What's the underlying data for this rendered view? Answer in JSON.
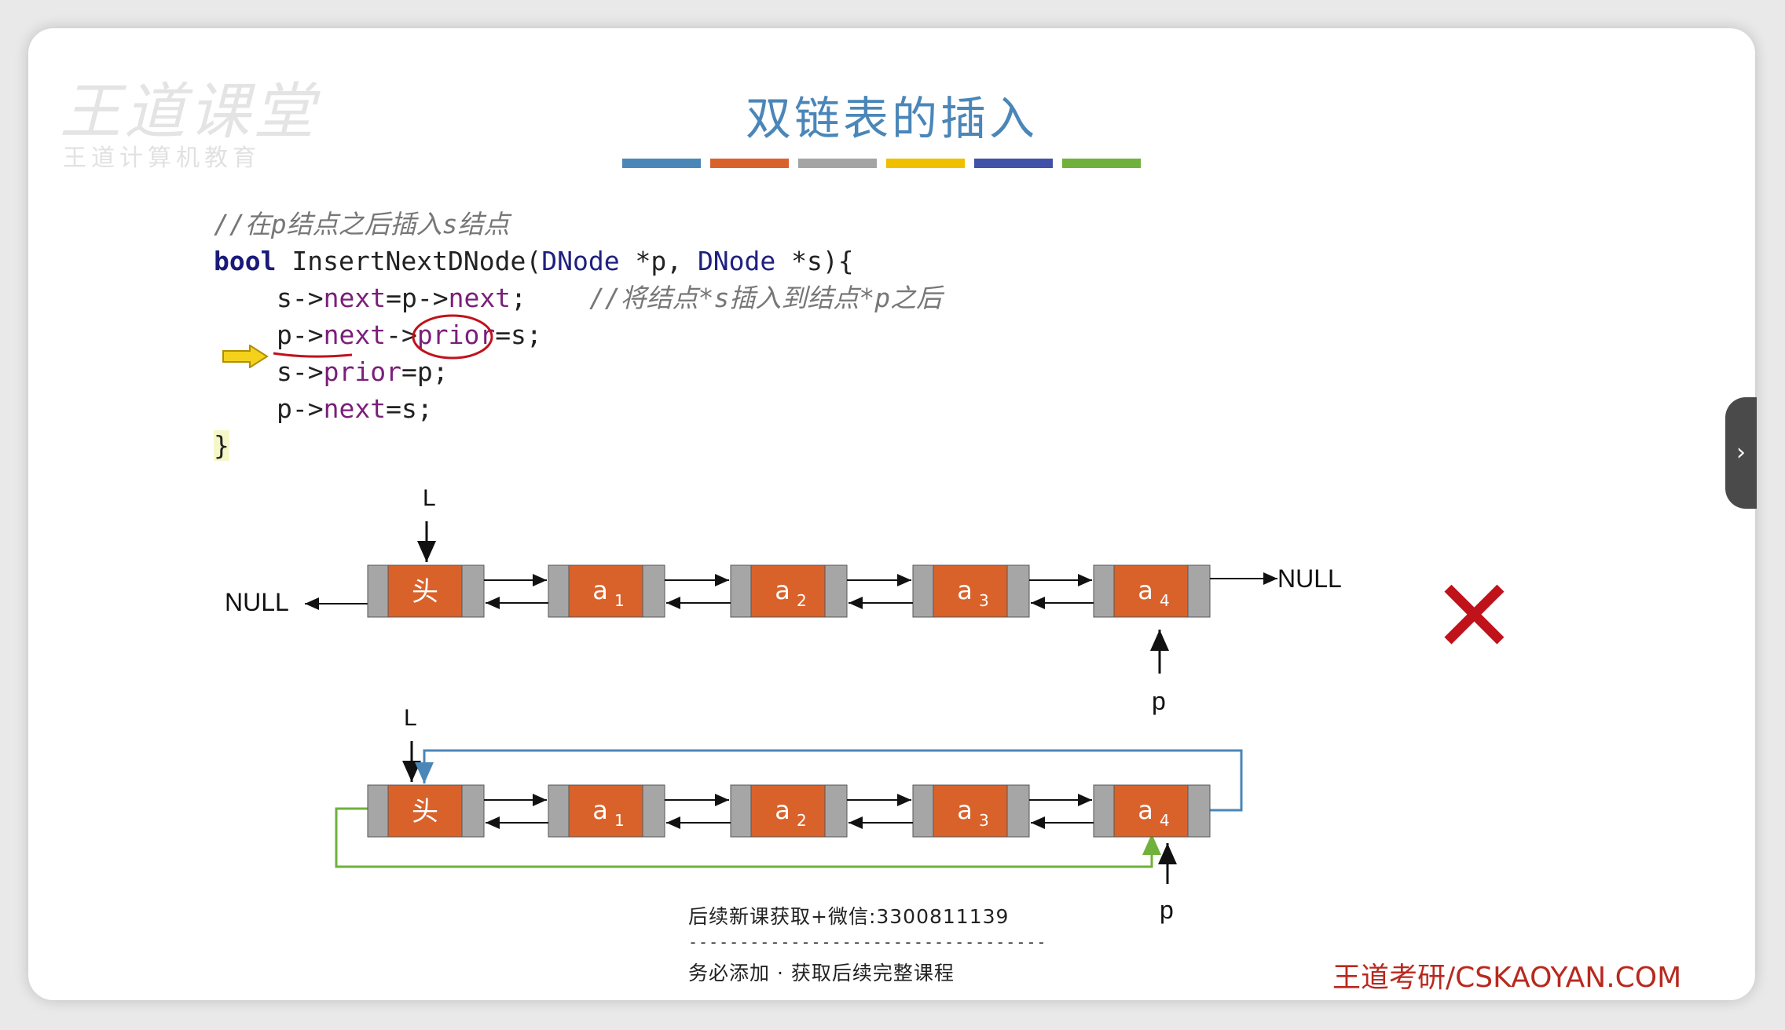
{
  "watermark": {
    "logo": "王道课堂",
    "sub": "王道计算机教育"
  },
  "title": "双链表的插入",
  "title_colors": [
    "#4a86b8",
    "#d9622b",
    "#a4a4a4",
    "#f0c000",
    "#3f52a8",
    "#6fb13b"
  ],
  "code": {
    "comment": "//在p结点之后插入s结点",
    "sig_bool": "bool",
    "sig_name": " InsertNextDNode(",
    "sig_type1": "DNode",
    "sig_mid": " *p, ",
    "sig_type2": "DNode",
    "sig_end": " *s){",
    "l1_a": "s->",
    "l1_b": "next",
    "l1_c": "=p->",
    "l1_d": "next",
    "l1_e": ";",
    "l1_comment": "//将结点*s插入到结点*p之后",
    "l2_a": "p->",
    "l2_b": "next",
    "l2_c": "->",
    "l2_d": "prior",
    "l2_e": "=s;",
    "l3_a": "s->",
    "l3_b": "prior",
    "l3_c": "=p;",
    "l4_a": "p->",
    "l4_b": "next",
    "l4_c": "=s;",
    "close": "}"
  },
  "diagram1": {
    "head_pointer": "L",
    "left_null": "NULL",
    "right_null": "NULL",
    "p_label": "p",
    "nodes": [
      "头",
      "a",
      "a",
      "a",
      "a"
    ],
    "subscripts": [
      "",
      "1",
      "2",
      "3",
      "4"
    ]
  },
  "diagram2": {
    "head_pointer": "L",
    "p_label": "p",
    "nodes": [
      "头",
      "a",
      "a",
      "a",
      "a"
    ],
    "subscripts": [
      "",
      "1",
      "2",
      "3",
      "4"
    ]
  },
  "cross_symbol": "✕",
  "promo": {
    "line1": "后续新课获取+微信:3300811139",
    "dashes": "-----------------------------------",
    "line2": "务必添加 · 获取后续完整课程"
  },
  "brand": "王道考研/CSKAOYAN.COM",
  "side_tab_icon": "chevron-right-icon",
  "side_tab_glyph": "›",
  "colors": {
    "node_fill": "#d9622b",
    "node_side": "#a6a6a6",
    "blue_link": "#4a86b8",
    "green_link": "#6fb13b",
    "cross": "#c0121b"
  }
}
